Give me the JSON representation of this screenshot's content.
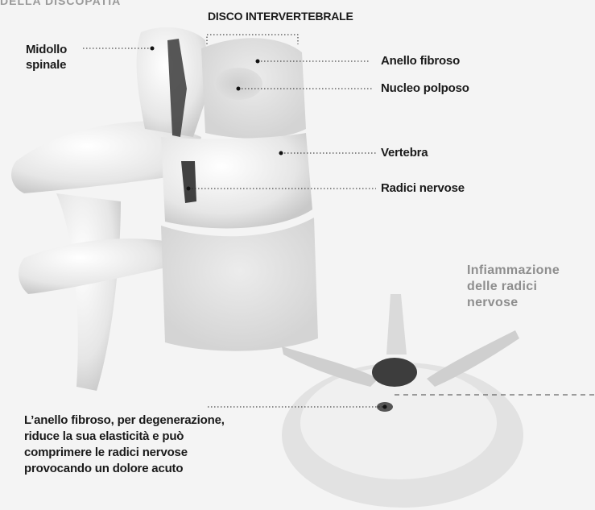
{
  "header": {
    "cut_title": "DELLA DISCOPATIA"
  },
  "diagram": {
    "disk_heading": "DISCO INTERVERTEBRALE",
    "labels": {
      "spinal_cord": [
        "Midollo",
        "spinale"
      ],
      "annulus": "Anello fibroso",
      "nucleus": "Nucleo polposo",
      "vertebra": "Vertebra",
      "nerve_roots": "Radici nervose"
    },
    "inflammation": [
      "Infiammazione",
      "delle radici",
      "nervose"
    ],
    "caption": "L’anello fibroso, per degenerazione, riduce la sua elasticità e può comprimere le radici nervose provocando un dolore acuto"
  }
}
